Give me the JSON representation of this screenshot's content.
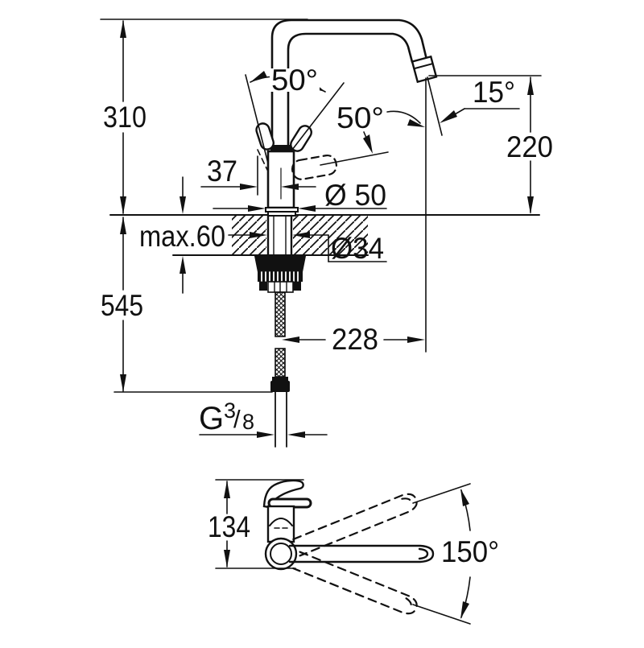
{
  "drawing": {
    "title": "kitchen-faucet-dimensional-drawing",
    "background_color": "#ffffff",
    "line_color": "#111111",
    "side_view": {
      "dim_height_above_deck": "310",
      "dim_height_below_deck": "545",
      "dim_deck_thickness": "max.60",
      "dim_handle_offset": "37",
      "dim_base_diameter": "Ø 50",
      "dim_shank_diameter": "Ø34",
      "dim_handle_swing_left": "50°",
      "dim_handle_swing_right": "50°",
      "dim_outlet_angle": "15°",
      "dim_outlet_height": "220",
      "dim_spout_reach": "228",
      "thread_label": {
        "prefix": "G",
        "numerator": "3",
        "slash": "/",
        "denominator": "8"
      }
    },
    "plan_view": {
      "dim_body_height": "134",
      "dim_swivel_angle": "150°"
    }
  }
}
